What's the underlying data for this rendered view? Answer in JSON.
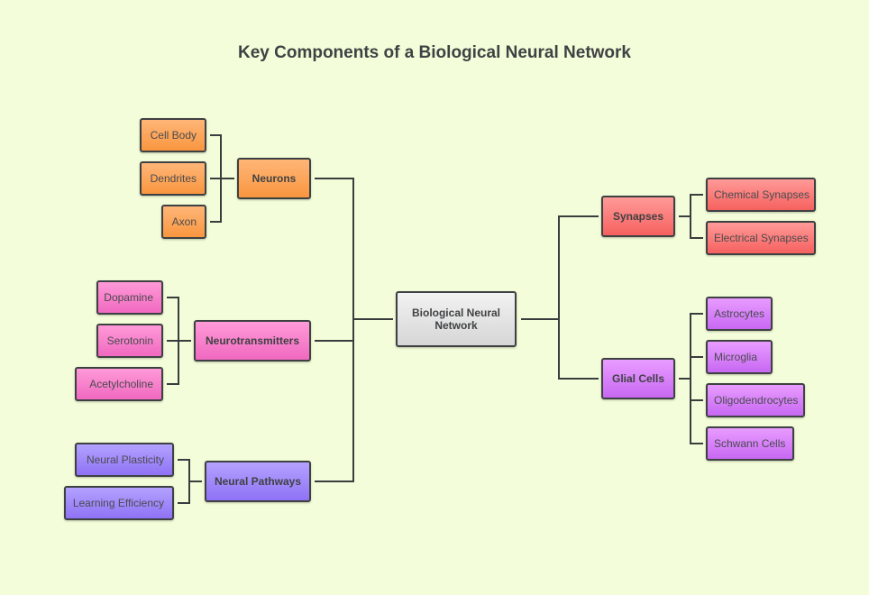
{
  "title": "Key Components of a Biological Neural Network",
  "root": {
    "label": "Biological Neural Network",
    "color": "#e4e4e4"
  },
  "branches": {
    "neurons": {
      "label": "Neurons",
      "color": "#fba45c",
      "children": [
        "Cell Body",
        "Dendrites",
        "Axon"
      ]
    },
    "neurotransmitters": {
      "label": "Neurotransmitters",
      "color": "#f77dcb",
      "children": [
        "Dopamine",
        "Serotonin",
        "Acetylcholine"
      ]
    },
    "pathways": {
      "label": "Neural Pathways",
      "color": "#a08afa",
      "children": [
        "Neural Plasticity",
        "Learning Efficiency"
      ]
    },
    "synapses": {
      "label": "Synapses",
      "color": "#f97d7b",
      "children": [
        "Chemical Synapses",
        "Electrical Synapses"
      ]
    },
    "glial": {
      "label": "Glial Cells",
      "color": "#d882fa",
      "children": [
        "Astrocytes",
        "Microglia",
        "Oligodendrocytes",
        "Schwann Cells"
      ]
    }
  }
}
